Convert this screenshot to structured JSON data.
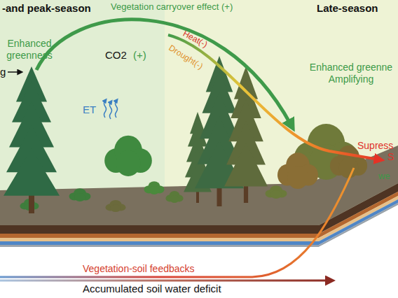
{
  "diagram": {
    "nodes": [
      {
        "text": [
          "-and peak-season"
        ]
      },
      {
        "text": [
          "Late-season"
        ]
      }
    ],
    "labels": [
      "Enhanced greenness",
      "Vegetation carryover effect (+)",
      "g",
      "CO2",
      "(+)",
      "Heat(-)",
      "Drought(-)",
      "ET",
      "Enhanced greenne Amplifying",
      "Supress",
      "S",
      "we",
      "Vegetation-soil feedbacks",
      "Accumulated soil water deficit"
    ]
  }
}
